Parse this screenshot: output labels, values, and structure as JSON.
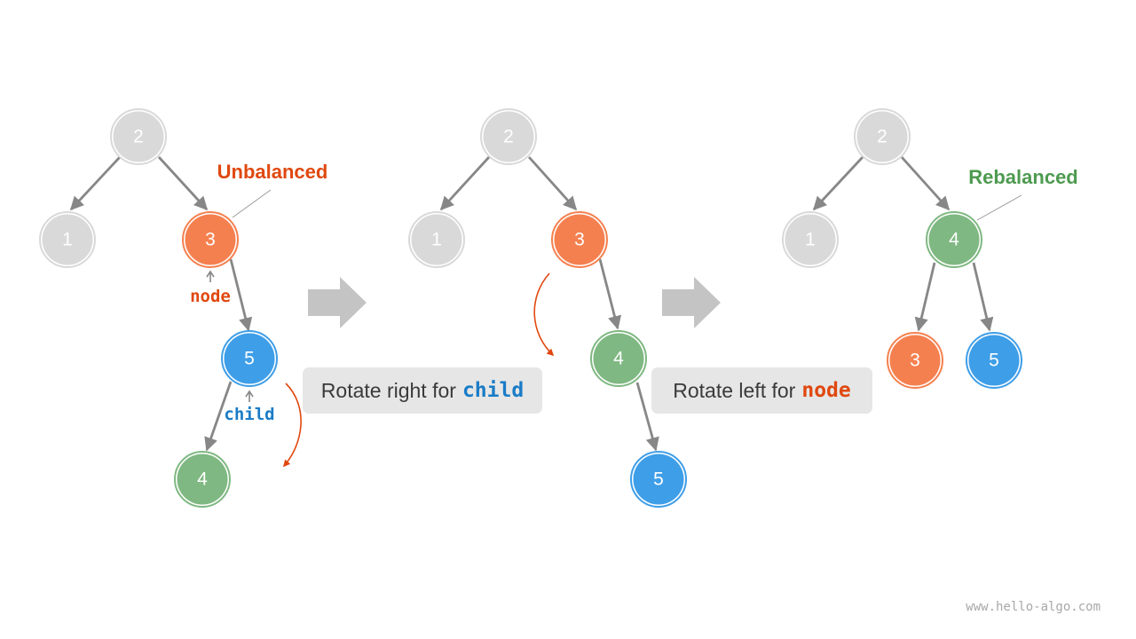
{
  "colors": {
    "gray_node": "#d9d9d9",
    "orange_node": "#f5804f",
    "blue_node": "#3e9ee8",
    "green_node": "#7fb882",
    "edge": "#878787",
    "accent_orange": "#e0480f",
    "accent_blue": "#1a7cc7",
    "accent_green": "#4d9a50",
    "big_arrow": "#c4c4c4"
  },
  "stages": [
    {
      "nodes": [
        {
          "id": "s1-n2",
          "label": "2",
          "color": "gray"
        },
        {
          "id": "s1-n1",
          "label": "1",
          "color": "gray"
        },
        {
          "id": "s1-n3",
          "label": "3",
          "color": "orange"
        },
        {
          "id": "s1-n5",
          "label": "5",
          "color": "blue"
        },
        {
          "id": "s1-n4",
          "label": "4",
          "color": "green"
        }
      ],
      "status": "Unbalanced",
      "pointer_node": "node",
      "pointer_child": "child"
    },
    {
      "nodes": [
        {
          "id": "s2-n2",
          "label": "2",
          "color": "gray"
        },
        {
          "id": "s2-n1",
          "label": "1",
          "color": "gray"
        },
        {
          "id": "s2-n3",
          "label": "3",
          "color": "orange"
        },
        {
          "id": "s2-n4",
          "label": "4",
          "color": "green"
        },
        {
          "id": "s2-n5",
          "label": "5",
          "color": "blue"
        }
      ]
    },
    {
      "nodes": [
        {
          "id": "s3-n2",
          "label": "2",
          "color": "gray"
        },
        {
          "id": "s3-n1",
          "label": "1",
          "color": "gray"
        },
        {
          "id": "s3-n4",
          "label": "4",
          "color": "green"
        },
        {
          "id": "s3-n3",
          "label": "3",
          "color": "orange"
        },
        {
          "id": "s3-n5",
          "label": "5",
          "color": "blue"
        }
      ],
      "status": "Rebalanced"
    }
  ],
  "steps": [
    {
      "text": "Rotate right for",
      "keyword": "child"
    },
    {
      "text": "Rotate left for",
      "keyword": "node"
    }
  ],
  "watermark": "www.hello-algo.com"
}
